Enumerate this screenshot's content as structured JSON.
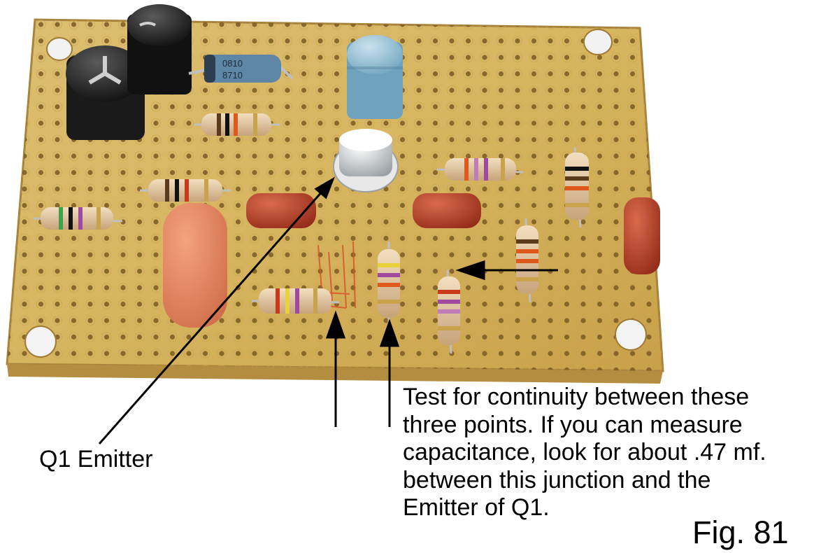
{
  "figure": {
    "emitter_label": "Q1 Emitter",
    "test_lines": [
      "Test for continuity between these",
      "three points. If you can measure",
      "capacitance, look for about .47 mf.",
      "between this junction and the",
      "Emitter of Q1."
    ],
    "figure_label": "Fig. 81"
  },
  "photo": {
    "component_markings": [
      "0810",
      "8710"
    ]
  },
  "colors": {
    "board": "#d9b867",
    "board_edge": "#a8833b",
    "hole": "#7a5a22",
    "annotation_line": "#000000",
    "text": "#000000"
  }
}
